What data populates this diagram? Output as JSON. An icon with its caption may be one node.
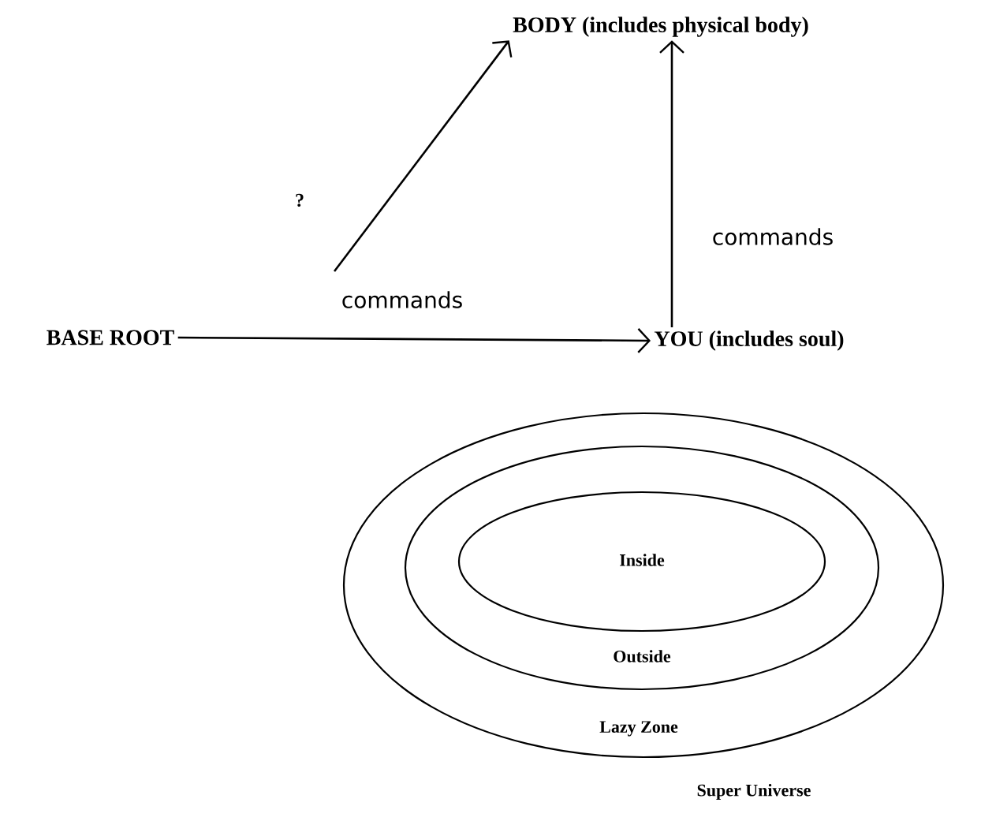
{
  "diagram": {
    "nodes": [
      {
        "text": [
          "BODY (includes physical body)"
        ]
      },
      {
        "text": [
          "BASE ROOT"
        ]
      },
      {
        "text": [
          "YOU (includes soul)"
        ]
      },
      {
        "text": [
          "Lazy Zone"
        ]
      },
      {
        "text": [
          "Outside"
        ],
        "in": 3
      },
      {
        "text": [
          "Inside"
        ],
        "in": 4
      }
    ],
    "edges": [
      {
        "from": 1,
        "to": 2,
        "arrow": "to",
        "label": "commands"
      },
      {
        "from": 2,
        "to": 0,
        "arrow": "to",
        "label": "commands"
      },
      {
        "from": null,
        "to": 0,
        "arrow": "to",
        "label": "?"
      }
    ],
    "labels": [
      "Super Universe"
    ]
  }
}
